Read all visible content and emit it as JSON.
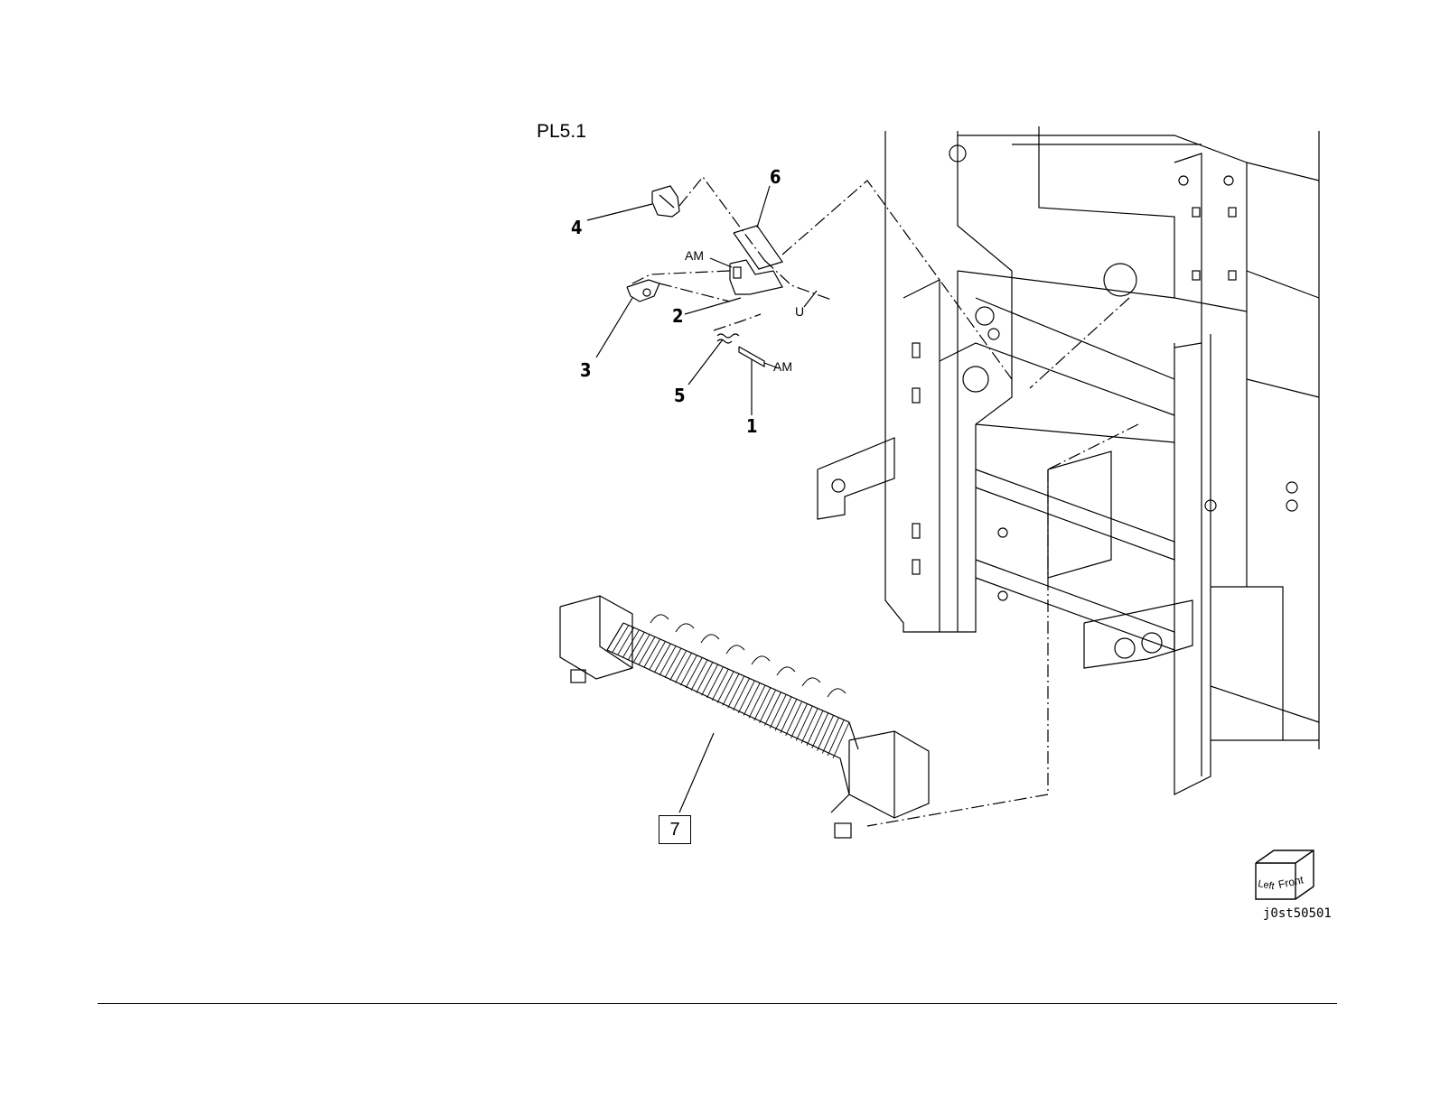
{
  "plate_label": "PL5.1",
  "figure_code": "j0st50501",
  "callouts": {
    "item1": "1",
    "item2": "2",
    "item3": "3",
    "item4": "4",
    "item5": "5",
    "item6": "6",
    "item7": "7"
  },
  "tags": {
    "am_top": "AM",
    "am_pin": "AM",
    "u": "U"
  },
  "orientation": {
    "left": "Left",
    "front": "Front"
  }
}
